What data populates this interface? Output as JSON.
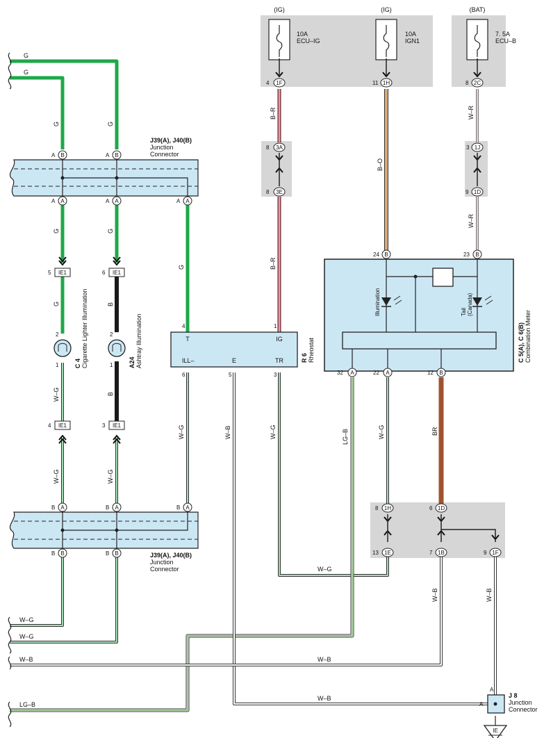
{
  "fuses": [
    {
      "supply": "(IG)",
      "rating": "10A",
      "name": "ECU–IG",
      "pin": "1F",
      "num": "4"
    },
    {
      "supply": "(IG)",
      "rating": "10A",
      "name": "IGN1",
      "pin": "1H",
      "num": "11"
    },
    {
      "supply": "(BAT)",
      "rating": "7. 5A",
      "name": "ECU–B",
      "pin": "2C",
      "num": "8"
    }
  ],
  "wire_colors": {
    "G": "G",
    "B": "B",
    "WG": "W–G",
    "WB": "W–B",
    "LGB": "LG–B",
    "BR_red": "B–R",
    "BO": "B–O",
    "WR": "W–R",
    "BR": "BR"
  },
  "pins": {
    "A": "A",
    "B": "B",
    "IE1": "IE1",
    "3A": "3A",
    "3E": "3E",
    "1J": "1J",
    "1D": "1D",
    "1H": "1H",
    "1E": "1E",
    "1B": "1B",
    "1F": "1F"
  },
  "numbers": {
    "n1": "1",
    "n2": "2",
    "n3": "3",
    "n4": "4",
    "n5": "5",
    "n6": "6",
    "n7": "7",
    "n8": "8",
    "n9": "9",
    "n11": "11",
    "n12": "12",
    "n13": "13",
    "n22": "22",
    "n23": "23",
    "n24": "24",
    "n32": "32"
  },
  "junction_top": {
    "code": "J39(A), J40(B)",
    "line1": "Junction",
    "line2": "Connector"
  },
  "junction_bottom": {
    "code": "J39(A), J40(B)",
    "line1": "Junction",
    "line2": "Connector"
  },
  "cig_lighter": {
    "code": "C 4",
    "name": "Cigarette Lighter Illumination"
  },
  "ashtray": {
    "code": "A24",
    "name": "Ashtray Illumination"
  },
  "rheostat": {
    "code": "R 6",
    "name": "Rheostat",
    "t": "T",
    "ig": "IG",
    "ill": "ILL–",
    "e": "E",
    "tr": "TR"
  },
  "meter": {
    "code": "C 5(A), C 6(B)",
    "name": "Combination Meter",
    "illumination": "Illumination",
    "tail": "Tail",
    "canada": "(Canada)"
  },
  "j8": {
    "code": "J 8",
    "line1": "Junction",
    "line2": "Connector"
  },
  "ground": {
    "label": "IE"
  }
}
